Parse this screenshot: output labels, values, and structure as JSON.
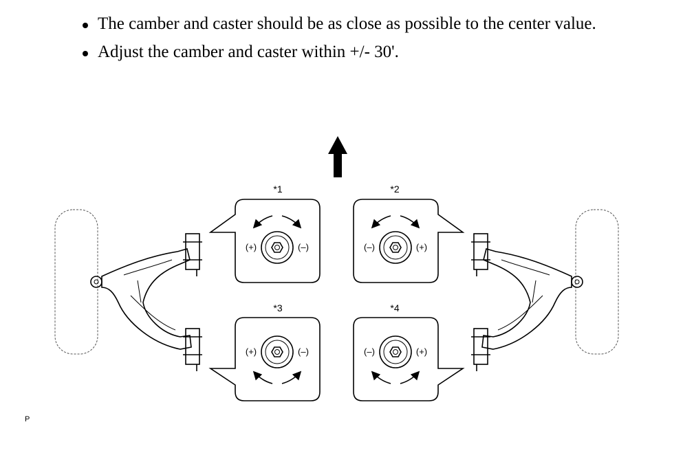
{
  "notes": [
    "The camber and caster should be as close as possible to the center value.",
    "Adjust the camber and caster within +/- 30'."
  ],
  "callouts": [
    {
      "id": "*1",
      "left_sign": "(+)",
      "right_sign": "(–)"
    },
    {
      "id": "*2",
      "left_sign": "(–)",
      "right_sign": "(+)"
    },
    {
      "id": "*3",
      "left_sign": "(+)",
      "right_sign": "(–)"
    },
    {
      "id": "*4",
      "left_sign": "(–)",
      "right_sign": "(+)"
    }
  ],
  "footer_mark": "P",
  "icons": {
    "forward_arrow": "arrow-up-icon",
    "rotation_arrows": "curved-double-arrow-icon",
    "adjust_bolt": "cam-bolt-icon"
  }
}
